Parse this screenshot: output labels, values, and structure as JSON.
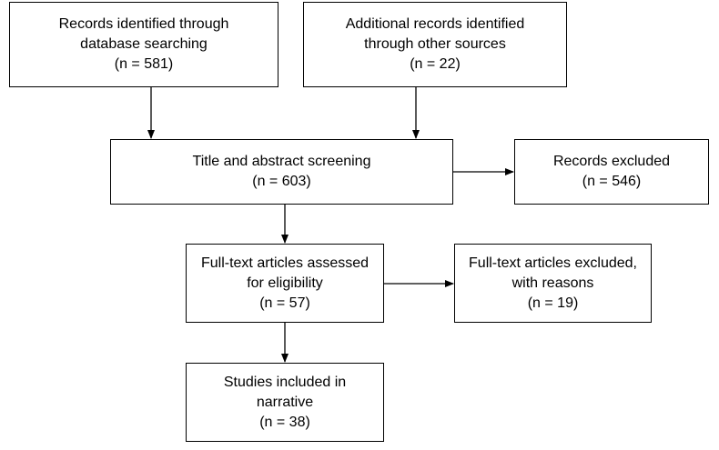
{
  "flowchart": {
    "identification_database": {
      "lines": [
        "Records identified through",
        "database searching",
        "(n = 581)"
      ]
    },
    "identification_other": {
      "lines": [
        "Additional records identified",
        "through other sources",
        "(n = 22)"
      ]
    },
    "screening": {
      "lines": [
        "Title and abstract screening",
        "(n = 603)"
      ]
    },
    "records_excluded": {
      "lines": [
        "Records excluded",
        "(n = 546)"
      ]
    },
    "eligibility": {
      "lines": [
        "Full-text articles assessed",
        "for eligibility",
        "(n = 57)"
      ]
    },
    "fulltext_excluded": {
      "lines": [
        "Full-text articles excluded,",
        "with reasons",
        "(n = 19)"
      ]
    },
    "included": {
      "lines": [
        "Studies included in",
        "narrative",
        "(n = 38)"
      ]
    }
  }
}
